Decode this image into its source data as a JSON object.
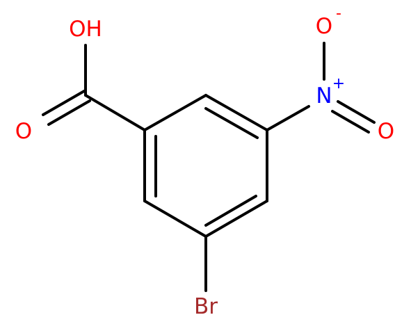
{
  "molecule": {
    "atoms": {
      "oh": "OH",
      "carbonyl_o": "O",
      "nitro_n": "N",
      "nitro_n_charge": "+",
      "nitro_o_top": "O",
      "nitro_o_top_charge": "-",
      "nitro_o_right": "O",
      "br": "Br"
    },
    "colors": {
      "bond": "#000000",
      "oxygen": "#ff0000",
      "nitrogen": "#0000ff",
      "bromine": "#a52a2a"
    }
  }
}
